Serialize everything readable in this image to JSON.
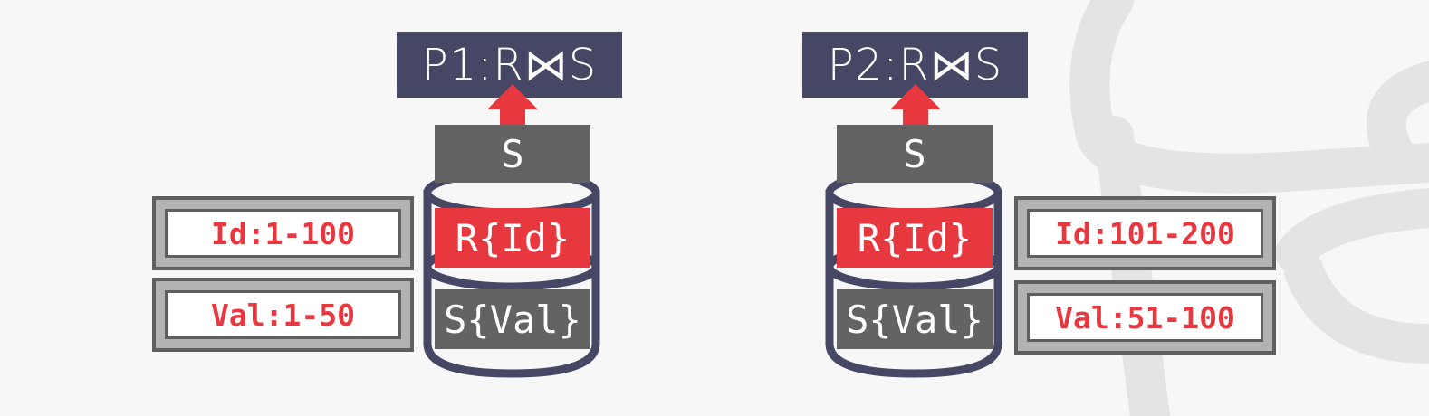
{
  "colors": {
    "processor": "#464765",
    "layer_gray": "#636363",
    "layer_red": "#e8383f",
    "range_text": "#e8383f",
    "disk_outline": "#464765",
    "background_logo": "#e3e3e3"
  },
  "partitions": [
    {
      "processor_label": "P1:R⋈S",
      "layers": [
        "S",
        "R{Id}",
        "S{Val}"
      ],
      "ranges": [
        "Id:1-100",
        "Val:1-50"
      ]
    },
    {
      "processor_label": "P2:R⋈S",
      "layers": [
        "S",
        "R{Id}",
        "S{Val}"
      ],
      "ranges": [
        "Id:101-200",
        "Val:51-100"
      ]
    }
  ]
}
